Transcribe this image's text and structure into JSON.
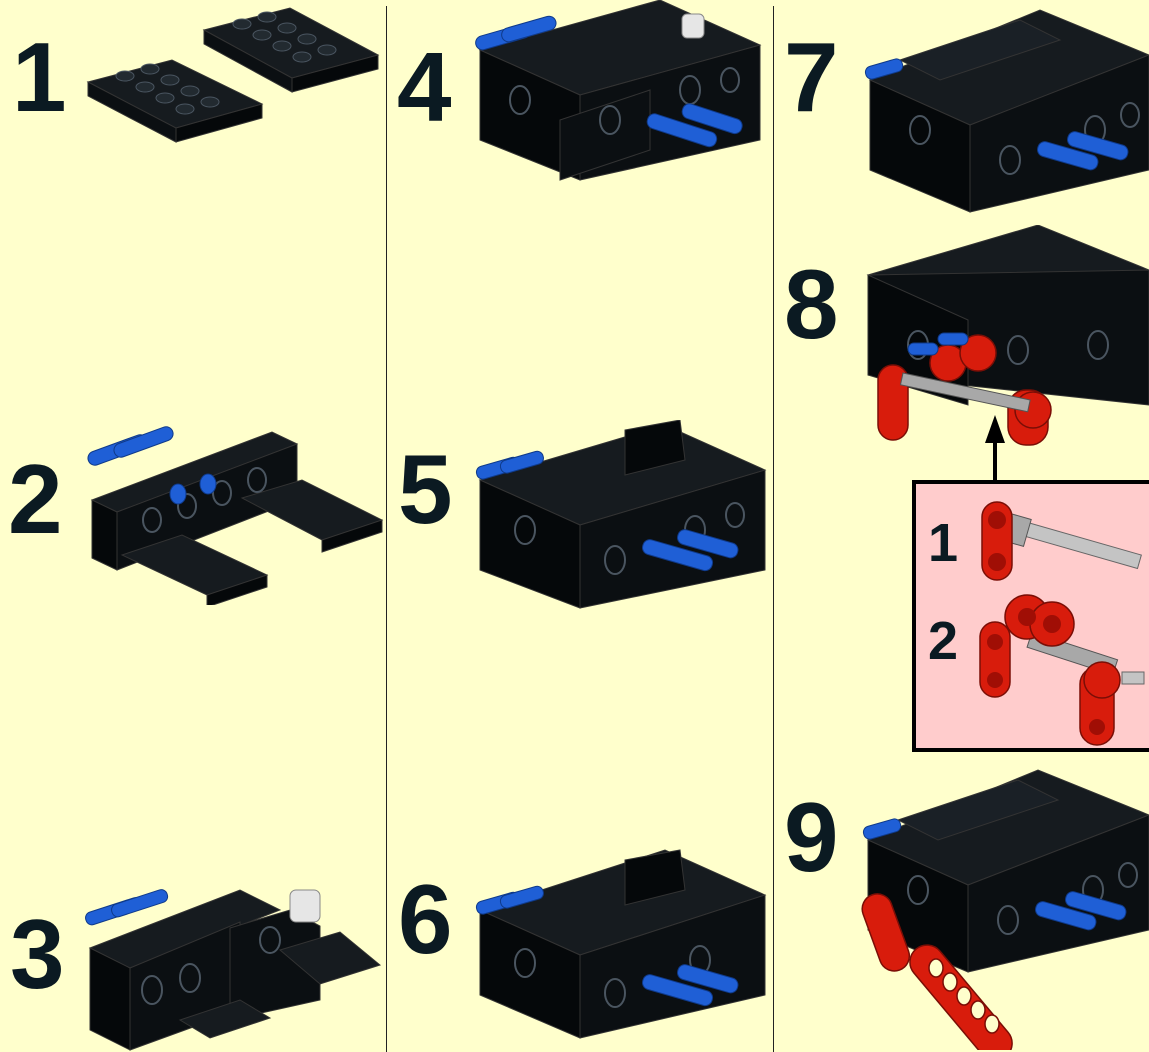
{
  "steps": [
    {
      "number": "1"
    },
    {
      "number": "2"
    },
    {
      "number": "3"
    },
    {
      "number": "4"
    },
    {
      "number": "5"
    },
    {
      "number": "6"
    },
    {
      "number": "7"
    },
    {
      "number": "8"
    },
    {
      "number": "9"
    }
  ],
  "callout": {
    "substeps": [
      {
        "number": "1"
      },
      {
        "number": "2"
      }
    ]
  },
  "colors": {
    "background": "#ffffcc",
    "brick": "#0b1418",
    "pin": "#1f5fd6",
    "liftarm": "#d81c0c",
    "axle": "#a8a8a8",
    "callout_bg": "#ffcccc"
  }
}
